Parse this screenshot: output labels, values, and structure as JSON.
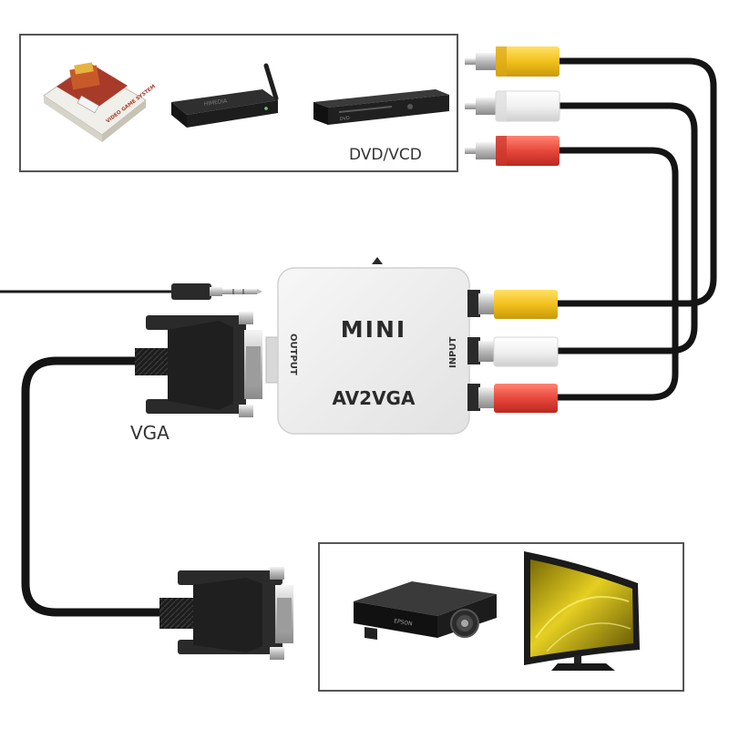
{
  "sources": {
    "dvd_label": "DVD/VCD",
    "game_console_text": "VIDEO GAME SYSTEM",
    "tv_box_text": "HIMEDIA",
    "dvd_player_text": "DVD"
  },
  "converter": {
    "brand": "MINI",
    "model": "AV2VGA",
    "output_label": "OUTPUT",
    "input_label": "INPUT"
  },
  "vga_label": "VGA",
  "projector_brand": "EPSON",
  "colors": {
    "rca_yellow": "#f2c11d",
    "rca_white": "#f4f4f4",
    "rca_red": "#e8483c",
    "cable": "#141414",
    "box_border": "#555555",
    "monitor_screen": "#d8c21a"
  }
}
